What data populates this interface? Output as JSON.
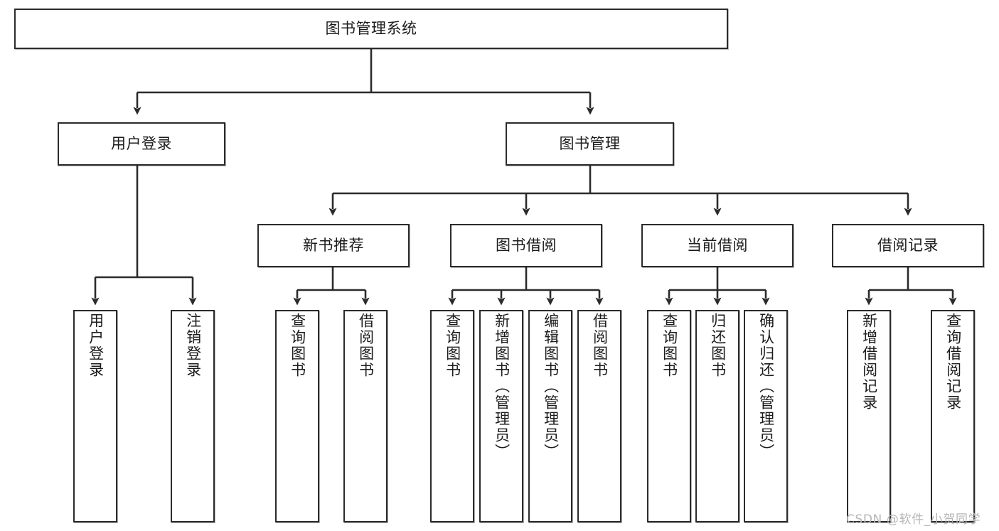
{
  "diagram": {
    "title": "图书管理系统",
    "watermark": "CSDN @软件_小贺同学",
    "colors": {
      "stroke": "#2b2b2b",
      "fill": "#ffffff",
      "text": "#1c1c1c",
      "watermark": "#b6b6b6"
    },
    "nodes": {
      "root": {
        "label": "图书管理系统"
      },
      "level2": [
        {
          "label": "用户登录"
        },
        {
          "label": "图书管理"
        }
      ],
      "level3": [
        {
          "label": "新书推荐"
        },
        {
          "label": "图书借阅"
        },
        {
          "label": "当前借阅"
        },
        {
          "label": "借阅记录"
        }
      ],
      "leaves": {
        "user_login": [
          {
            "label": "用户登录"
          },
          {
            "label": "注销登录"
          }
        ],
        "new_book": [
          {
            "label": "查询图书"
          },
          {
            "label": "借阅图书"
          }
        ],
        "book_borrow": [
          {
            "label": "查询图书"
          },
          {
            "label": "新增图书（管理员）"
          },
          {
            "label": "编辑图书（管理员）"
          },
          {
            "label": "借阅图书"
          }
        ],
        "current_borrow": [
          {
            "label": "查询图书"
          },
          {
            "label": "归还图书"
          },
          {
            "label": "确认归还（管理员）"
          }
        ],
        "borrow_record": [
          {
            "label": "新增借阅记录"
          },
          {
            "label": "查询借阅记录"
          }
        ]
      }
    }
  }
}
